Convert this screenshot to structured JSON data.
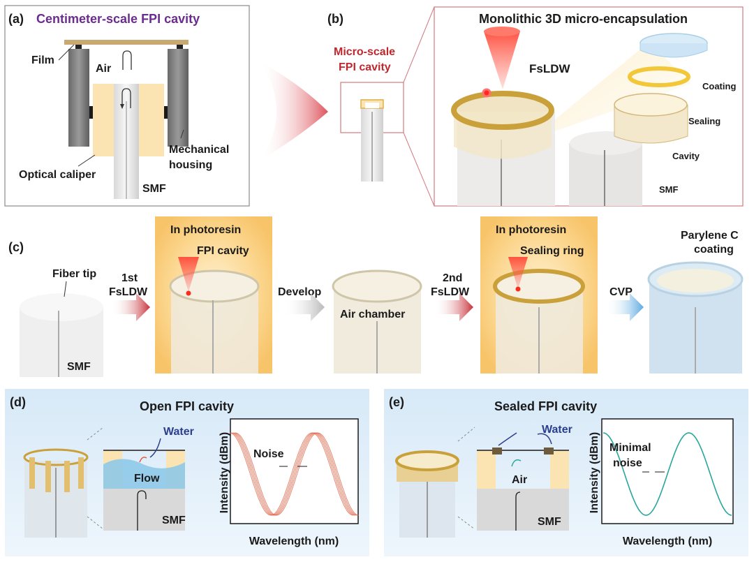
{
  "colors": {
    "title_purple": "#6b2c8f",
    "micro_red": "#c0272d",
    "beam_red": "#e8332b",
    "gold": "#c9a03a",
    "cavity_orange": "#fbe3b2",
    "sine_red": "#e0664a",
    "sine_teal": "#2aa69a",
    "water_blue": "#2b3e8c",
    "panel_bg": "#e4f0fa",
    "photoresin_glow": "#f7c46a"
  },
  "panel_a": {
    "tag": "(a)",
    "title": "Centimeter-scale  FPI cavity",
    "labels": {
      "film": "Film",
      "air": "Air",
      "mechanical_1": "Mechanical",
      "mechanical_2": "housing",
      "caliper": "Optical caliper",
      "smf": "SMF"
    }
  },
  "panel_b": {
    "tag": "(b)",
    "micro_1": "Micro-scale",
    "micro_2": "FPI cavity",
    "title": "Monolithic 3D micro-encapsulation",
    "labels": {
      "fsldw": "FsLDW",
      "coating": "Coating",
      "sealing": "Sealing",
      "cavity": "Cavity",
      "smf": "SMF"
    }
  },
  "panel_c": {
    "tag": "(c)",
    "fiber_tip": "Fiber tip",
    "smf": "SMF",
    "step1_1": "1st",
    "step1_2": "FsLDW",
    "photoresin_1": "In photoresin",
    "fpi_cavity": "FPI cavity",
    "develop": "Develop",
    "air_chamber": "Air chamber",
    "step2_1": "2nd",
    "step2_2": "FsLDW",
    "photoresin_2": "In photoresin",
    "sealing_ring": "Sealing ring",
    "cvp": "CVP",
    "parylene_1": "Parylene C",
    "parylene_2": "coating"
  },
  "panel_d": {
    "tag": "(d)",
    "title": "Open FPI cavity",
    "water": "Water",
    "flow": "Flow",
    "smf": "SMF",
    "noise": "Noise",
    "ylabel": "Intensity (dBm)",
    "xlabel": "Wavelength (nm)"
  },
  "panel_e": {
    "tag": "(e)",
    "title": "Sealed FPI cavity",
    "water": "Water",
    "air": "Air",
    "smf": "SMF",
    "noise_1": "Minimal",
    "noise_2": "noise",
    "ylabel": "Intensity (dBm)",
    "xlabel": "Wavelength (nm)"
  }
}
